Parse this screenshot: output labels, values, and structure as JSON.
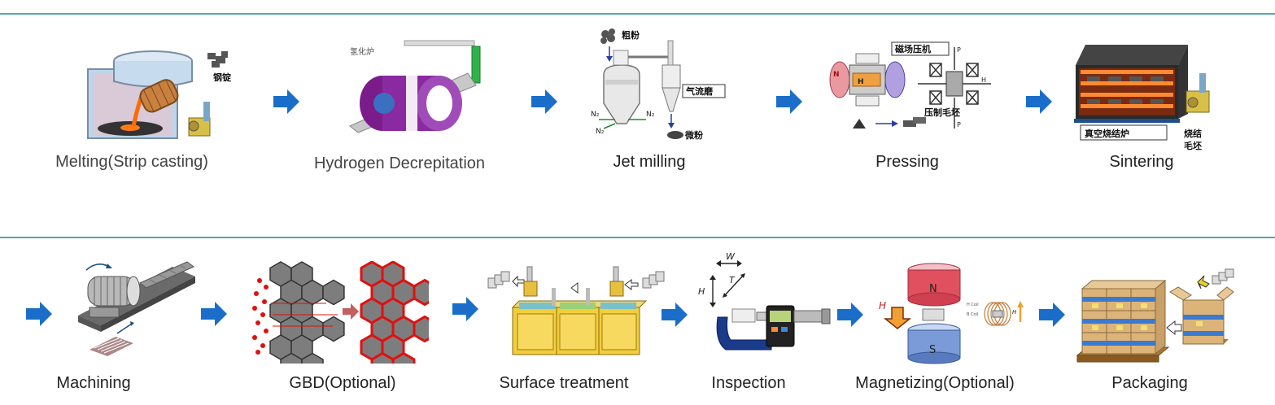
{
  "rows": [
    {
      "steps": [
        {
          "id": "melting",
          "label": "Melting(Strip casting)",
          "tags": [
            "钢锭"
          ]
        },
        {
          "id": "hydrogen",
          "label": "Hydrogen Decrepitation",
          "tags": [
            "氢化炉"
          ]
        },
        {
          "id": "jet",
          "label": "Jet milling",
          "tags": [
            "粗粉",
            "气流磨",
            "微粉",
            "N₂",
            "N₂",
            "N₂"
          ]
        },
        {
          "id": "pressing",
          "label": "Pressing",
          "tags": [
            "磁场压机",
            "压制毛坯",
            "N",
            "H",
            "P",
            "P",
            "H"
          ]
        },
        {
          "id": "sintering",
          "label": "Sintering",
          "tags": [
            "真空烧结炉",
            "烧结",
            "毛坯"
          ]
        }
      ]
    },
    {
      "steps": [
        {
          "id": "machining",
          "label": "Machining",
          "tags": []
        },
        {
          "id": "gbd",
          "label": "GBD(Optional)",
          "tags": []
        },
        {
          "id": "surface",
          "label": "Surface treatment",
          "tags": []
        },
        {
          "id": "inspection",
          "label": "Inspection",
          "tags": [
            "W",
            "H",
            "T"
          ]
        },
        {
          "id": "magnetizing",
          "label": "Magnetizing(Optional)",
          "tags": [
            "N",
            "S",
            "H",
            "H Coil",
            "B Coil",
            "H"
          ]
        },
        {
          "id": "packaging",
          "label": "Packaging",
          "tags": []
        }
      ]
    }
  ],
  "colors": {
    "rule": "#58a9a4",
    "arrow": "#1a6ec9"
  }
}
